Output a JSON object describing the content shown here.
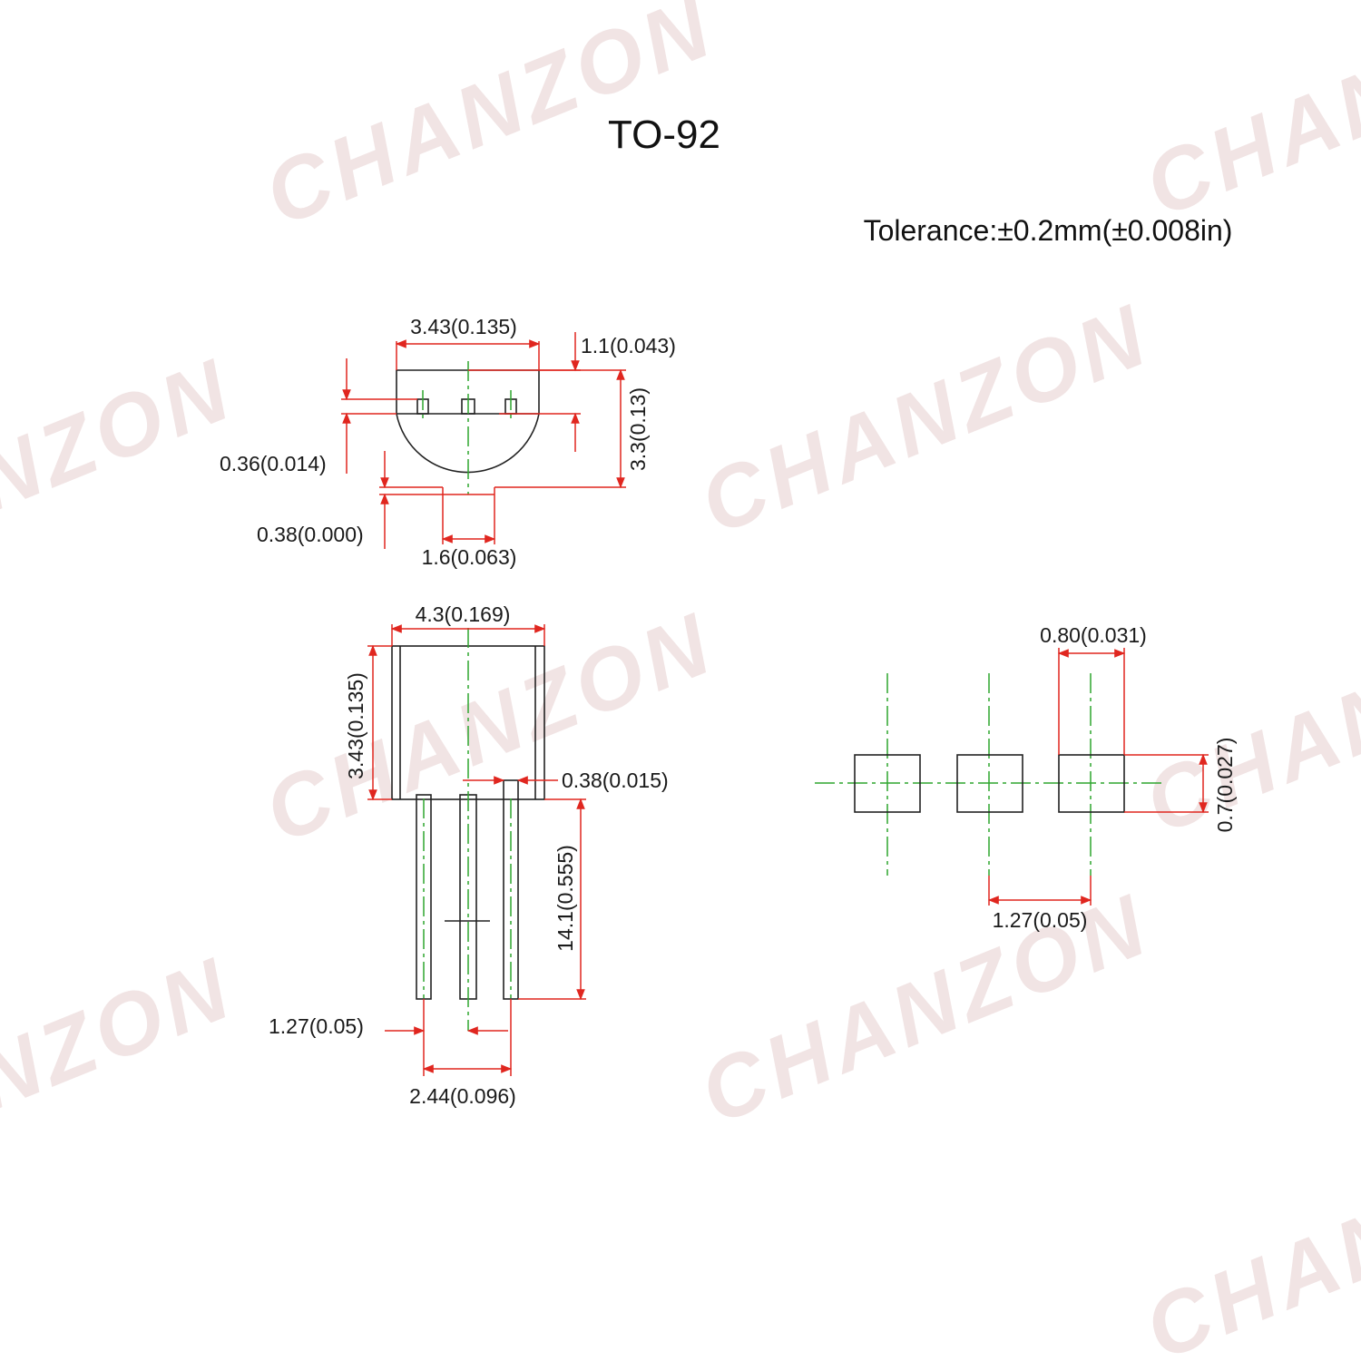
{
  "title": "TO-92",
  "tolerance": "Tolerance:±0.2mm(±0.008in)",
  "watermark": "CHANZON",
  "colors": {
    "dimension": "#e0261f",
    "centerline": "#2fa52f",
    "outline": "#222222",
    "watermark": "#f1e4e4"
  },
  "top_view": {
    "width": "3.43(0.135)",
    "flat_depth": "1.1(0.043)",
    "height": "3.3(0.13)",
    "lead_thickness": "0.36(0.014)",
    "bottom_offset": "0.38(0.000)",
    "flat_width": "1.6(0.063)"
  },
  "front_view": {
    "body_width": "4.3(0.169)",
    "body_height": "3.43(0.135)",
    "lead_width": "0.38(0.015)",
    "lead_length": "14.1(0.555)",
    "lead_pitch": "1.27(0.05)",
    "lead_span": "2.44(0.096)"
  },
  "footprint": {
    "pad_width": "0.80(0.031)",
    "pad_height": "0.7(0.027)",
    "pad_pitch": "1.27(0.05)"
  }
}
